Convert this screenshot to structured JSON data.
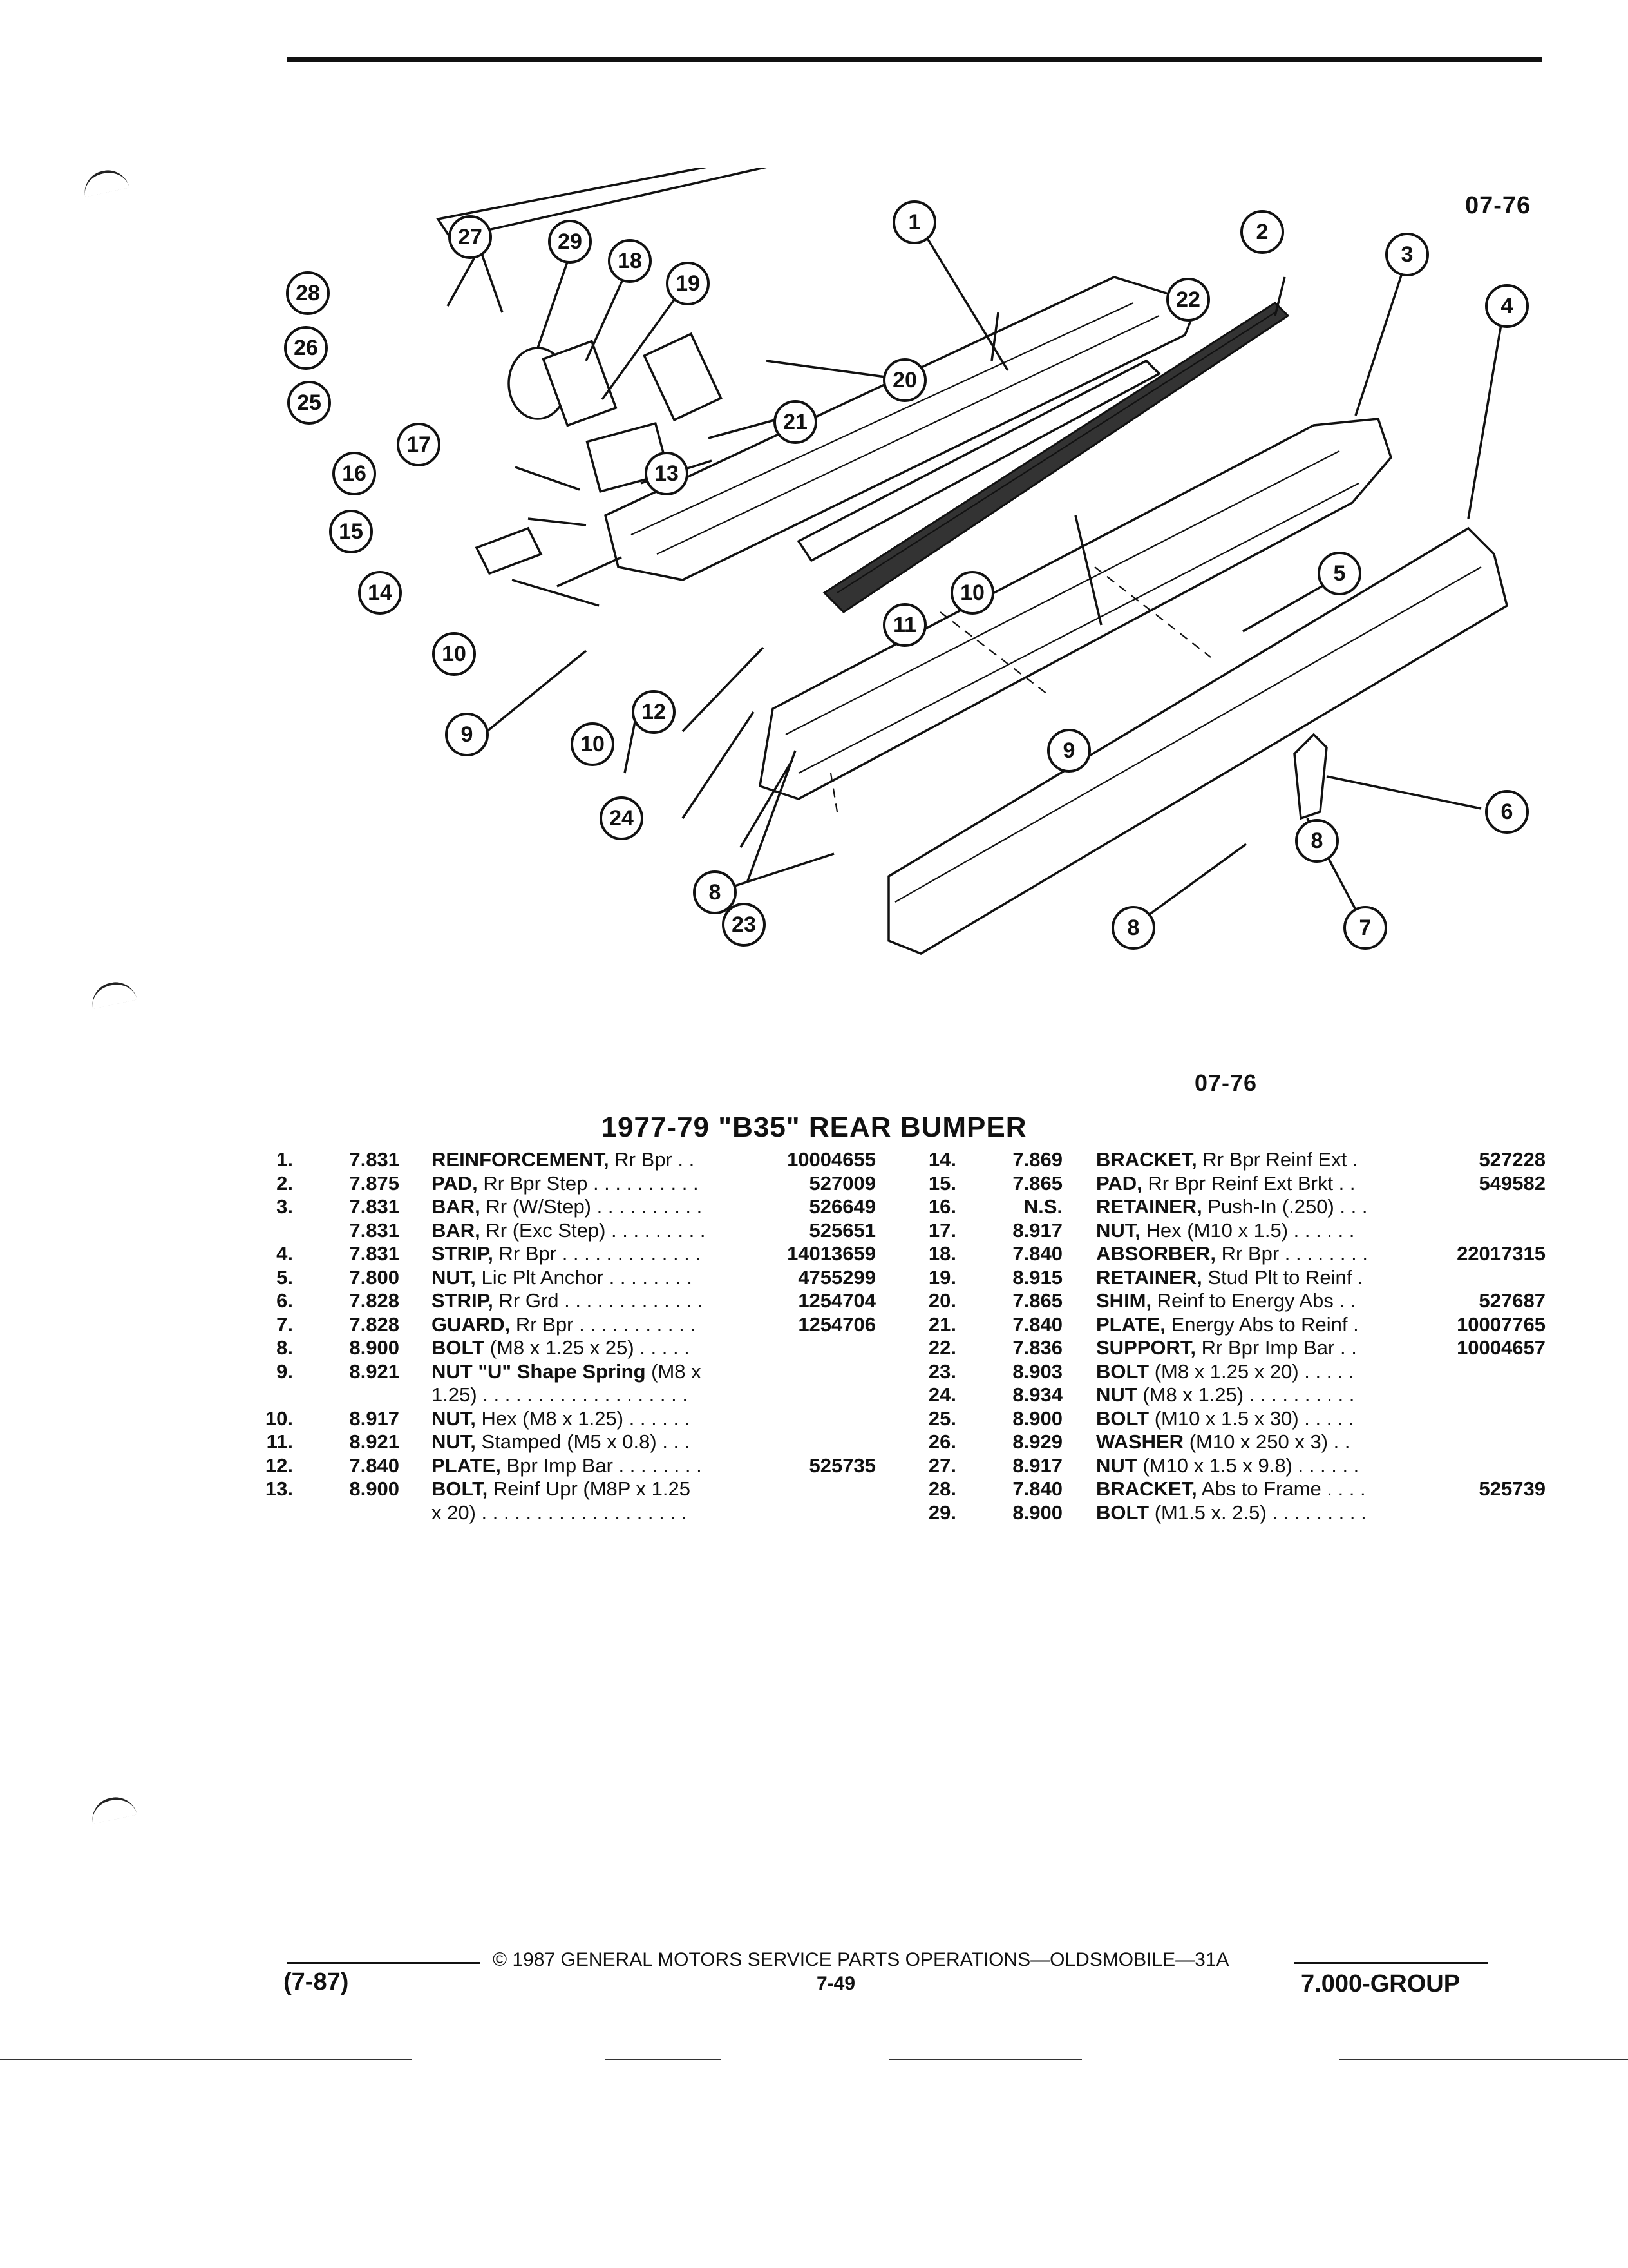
{
  "figure_code_top": "07-76",
  "figure_code_bottom": "07-76",
  "title": "1977-79 \"B35\" REAR BUMPER",
  "parts_left": [
    {
      "no": "1.",
      "group": "7.831",
      "name": "REINFORCEMENT,",
      "desc": " Rr Bpr . .",
      "part": "10004655"
    },
    {
      "no": "2.",
      "group": "7.875",
      "name": "PAD,",
      "desc": " Rr Bpr Step . . . . . . . . . .",
      "part": "527009"
    },
    {
      "no": "3.",
      "group": "7.831",
      "name": "BAR,",
      "desc": " Rr (W/Step) . . . . . . . . . .",
      "part": "526649"
    },
    {
      "no": "",
      "group": "7.831",
      "name": "BAR,",
      "desc": " Rr (Exc Step) . . . . . . . . .",
      "part": "525651"
    },
    {
      "no": "4.",
      "group": "7.831",
      "name": "STRIP,",
      "desc": " Rr Bpr . . . . . . . . . . . . .",
      "part": "14013659"
    },
    {
      "no": "5.",
      "group": "7.800",
      "name": "NUT,",
      "desc": " Lic Plt Anchor . . . . . . . .",
      "part": "4755299"
    },
    {
      "no": "6.",
      "group": "7.828",
      "name": "STRIP,",
      "desc": " Rr Grd . . . . . . . . . . . . .",
      "part": "1254704"
    },
    {
      "no": "7.",
      "group": "7.828",
      "name": "GUARD,",
      "desc": " Rr Bpr . . . . . . . . . . .",
      "part": "1254706"
    },
    {
      "no": "8.",
      "group": "8.900",
      "name": "BOLT",
      "desc": " (M8 x 1.25 x 25) . . . . .",
      "part": ""
    },
    {
      "no": "9.",
      "group": "8.921",
      "name": "NUT \"U\" Shape Spring",
      "desc": " (M8 x",
      "part": ""
    },
    {
      "no": "",
      "group": "",
      "name": "",
      "desc": "1.25) . . . . . . . . . . . . . . . . . . .",
      "part": ""
    },
    {
      "no": "10.",
      "group": "8.917",
      "name": "NUT,",
      "desc": " Hex (M8 x 1.25) . . . . . .",
      "part": ""
    },
    {
      "no": "11.",
      "group": "8.921",
      "name": "NUT,",
      "desc": " Stamped (M5 x 0.8) . . .",
      "part": ""
    },
    {
      "no": "12.",
      "group": "7.840",
      "name": "PLATE,",
      "desc": " Bpr Imp Bar . . . . . . . .",
      "part": "525735"
    },
    {
      "no": "13.",
      "group": "8.900",
      "name": "BOLT,",
      "desc": " Reinf Upr (M8P x 1.25",
      "part": ""
    },
    {
      "no": "",
      "group": "",
      "name": "",
      "desc": "x 20) . . . . . . . . . . . . . . . . . . .",
      "part": ""
    }
  ],
  "parts_right": [
    {
      "no": "14.",
      "group": "7.869",
      "name": "BRACKET,",
      "desc": " Rr Bpr Reinf Ext .",
      "part": "527228"
    },
    {
      "no": "15.",
      "group": "7.865",
      "name": "PAD,",
      "desc": " Rr Bpr Reinf Ext Brkt . .",
      "part": "549582"
    },
    {
      "no": "16.",
      "group": "N.S.",
      "name": "RETAINER,",
      "desc": " Push-In (.250) . . .",
      "part": ""
    },
    {
      "no": "17.",
      "group": "8.917",
      "name": "NUT,",
      "desc": " Hex (M10 x 1.5) . . . . . .",
      "part": ""
    },
    {
      "no": "18.",
      "group": "7.840",
      "name": "ABSORBER,",
      "desc": " Rr Bpr . . . . . . . .",
      "part": "22017315"
    },
    {
      "no": "19.",
      "group": "8.915",
      "name": "RETAINER,",
      "desc": " Stud Plt to Reinf .",
      "part": ""
    },
    {
      "no": "20.",
      "group": "7.865",
      "name": "SHIM,",
      "desc": " Reinf to Energy Abs . .",
      "part": "527687"
    },
    {
      "no": "21.",
      "group": "7.840",
      "name": "PLATE,",
      "desc": " Energy Abs to Reinf .",
      "part": "10007765"
    },
    {
      "no": "22.",
      "group": "7.836",
      "name": "SUPPORT,",
      "desc": " Rr Bpr Imp Bar . .",
      "part": "10004657"
    },
    {
      "no": "23.",
      "group": "8.903",
      "name": "BOLT",
      "desc": " (M8 x 1.25 x 20) . . . . .",
      "part": ""
    },
    {
      "no": "24.",
      "group": "8.934",
      "name": "NUT",
      "desc": " (M8 x 1.25) . . . . . . . . . .",
      "part": ""
    },
    {
      "no": "25.",
      "group": "8.900",
      "name": "BOLT",
      "desc": " (M10 x 1.5 x 30) . . . . .",
      "part": ""
    },
    {
      "no": "26.",
      "group": "8.929",
      "name": "WASHER",
      "desc": " (M10 x 250 x 3) . .",
      "part": ""
    },
    {
      "no": "27.",
      "group": "8.917",
      "name": "NUT",
      "desc": " (M10 x 1.5 x 9.8) . . . . . .",
      "part": ""
    },
    {
      "no": "28.",
      "group": "7.840",
      "name": "BRACKET,",
      "desc": " Abs to Frame . . . .",
      "part": "525739"
    },
    {
      "no": "29.",
      "group": "8.900",
      "name": "BOLT",
      "desc": " (M1.5 x. 2.5) . . . . . . . . .",
      "part": ""
    }
  ],
  "callouts": [
    "1",
    "2",
    "3",
    "4",
    "5",
    "6",
    "7",
    "8",
    "8",
    "8",
    "9",
    "9",
    "10",
    "10",
    "10",
    "11",
    "12",
    "13",
    "14",
    "15",
    "16",
    "17",
    "18",
    "19",
    "20",
    "21",
    "22",
    "23",
    "24",
    "25",
    "26",
    "27",
    "28",
    "29"
  ],
  "footer": {
    "copyright": "© 1987 GENERAL MOTORS SERVICE PARTS OPERATIONS—OLDSMOBILE—31A",
    "date": "(7-87)",
    "page": "7-49",
    "group": "7.000-GROUP"
  }
}
